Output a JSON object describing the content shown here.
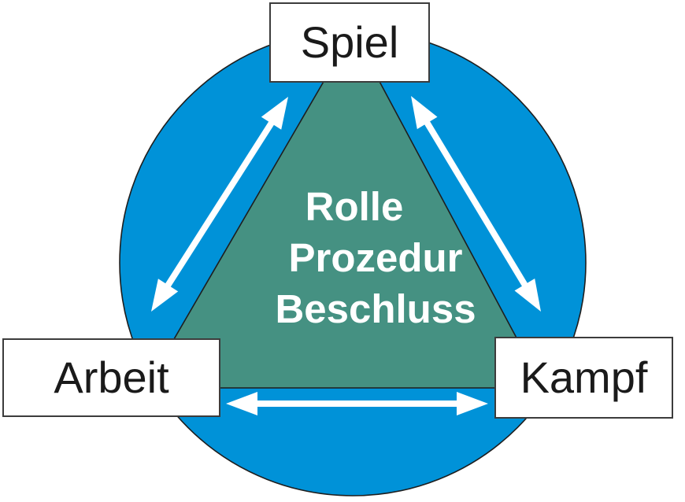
{
  "nodes": {
    "top": {
      "label": "Spiel"
    },
    "bottom_left": {
      "label": "Arbeit"
    },
    "bottom_right": {
      "label": "Kampf"
    }
  },
  "center": {
    "lines": [
      "Rolle",
      "Prozedur",
      "Beschluss"
    ]
  },
  "relations": [
    {
      "from": "Spiel",
      "to": "Arbeit",
      "style": "double-headed-arrow"
    },
    {
      "from": "Spiel",
      "to": "Kampf",
      "style": "double-headed-arrow"
    },
    {
      "from": "Arbeit",
      "to": "Kampf",
      "style": "double-headed-arrow"
    }
  ],
  "colors": {
    "circle_fill": "#0092D8",
    "triangle_fill": "#459182",
    "shape_outline": "#1E1E1E",
    "arrow": "#FFFFFF",
    "box_background": "#FFFFFF",
    "box_border": "#3C3C3C",
    "node_text": "#1A1A1A",
    "center_text": "#FFFFFF",
    "background": "#FFFFFF"
  }
}
